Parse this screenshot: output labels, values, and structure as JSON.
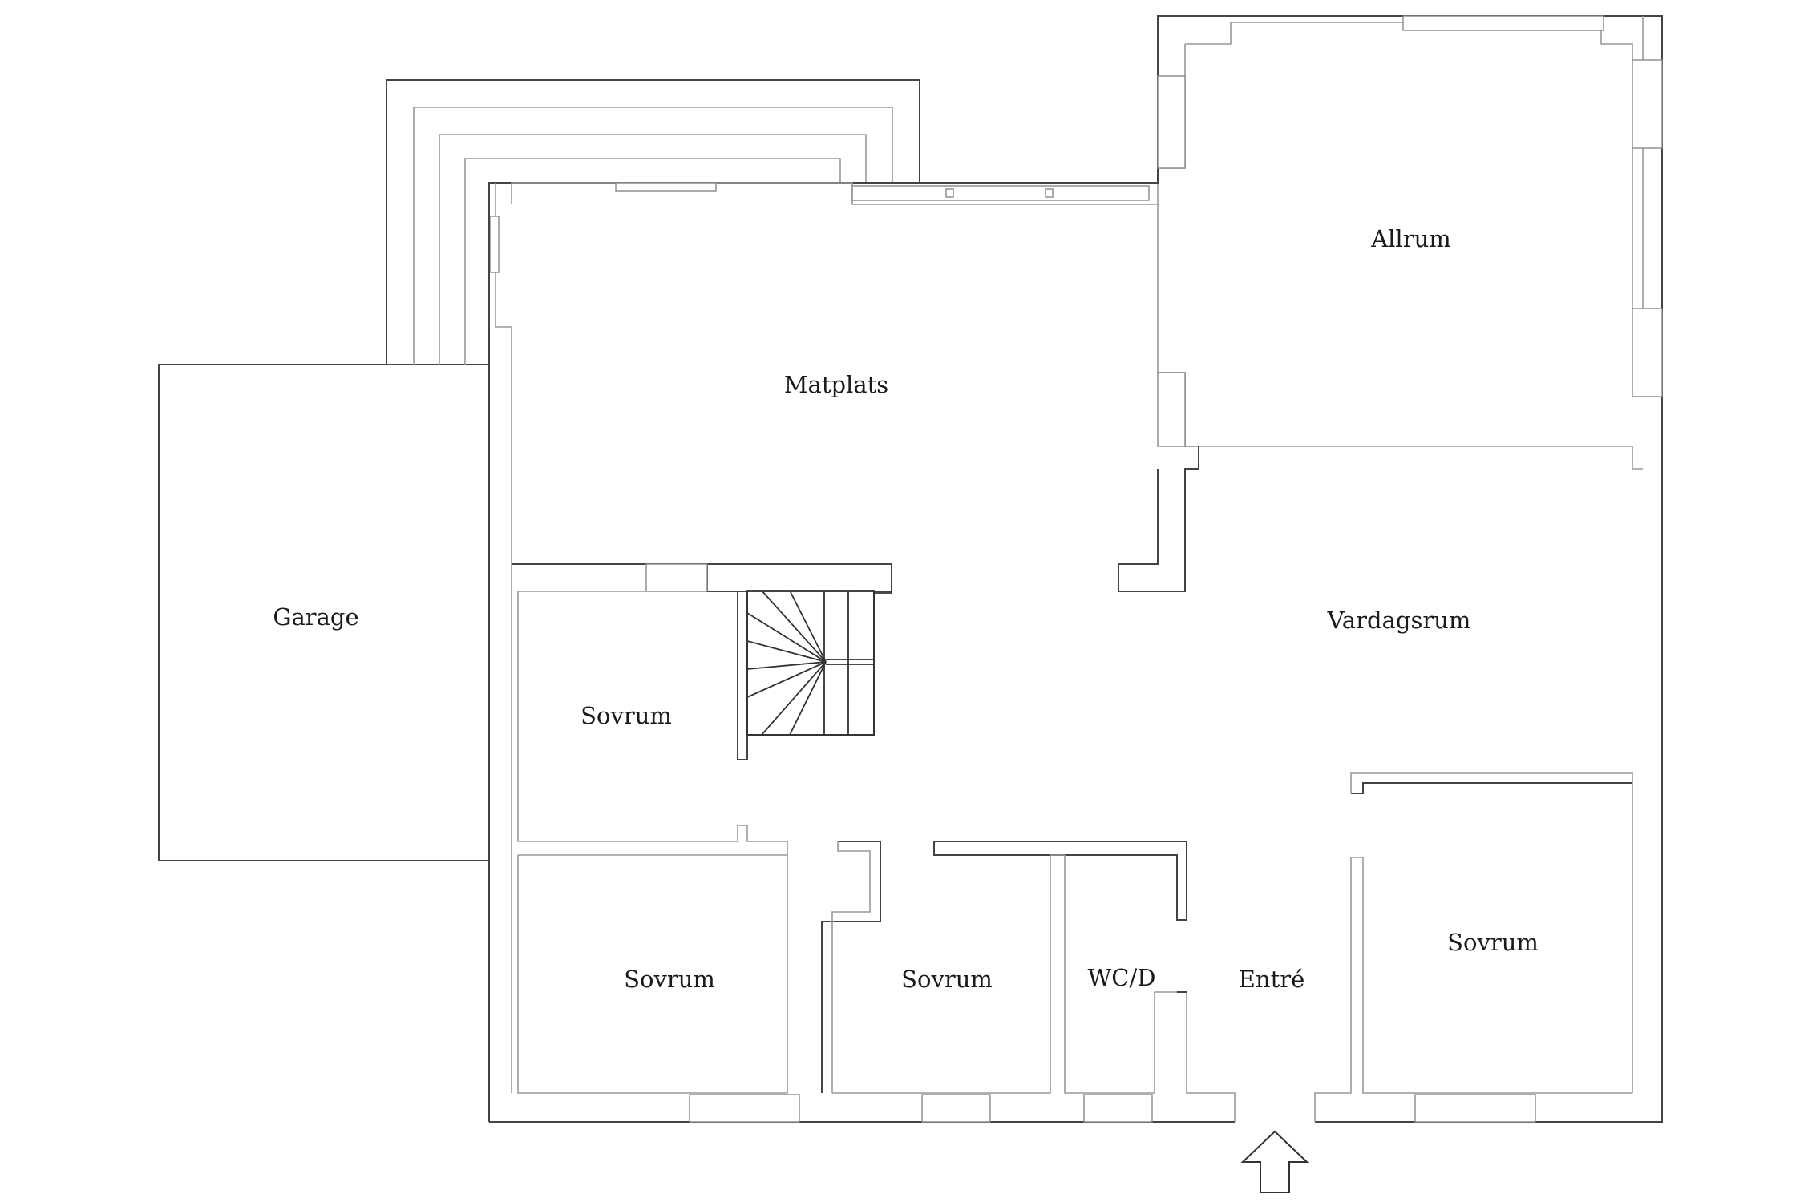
{
  "rooms": {
    "garage": "Garage",
    "matplats": "Matplats",
    "allrum": "Allrum",
    "vardagsrum": "Vardagsrum",
    "sovrum_upper": "Sovrum",
    "sovrum_lower_left": "Sovrum",
    "sovrum_lower_mid": "Sovrum",
    "wc_d": "WC/D",
    "entre": "Entré",
    "sovrum_right": "Sovrum"
  },
  "colors": {
    "outer_wall": "#444444",
    "inner_wall": "#999999",
    "background": "#ffffff"
  },
  "icons": {
    "entrance": "entrance-arrow-icon",
    "stairs": "staircase-icon"
  }
}
